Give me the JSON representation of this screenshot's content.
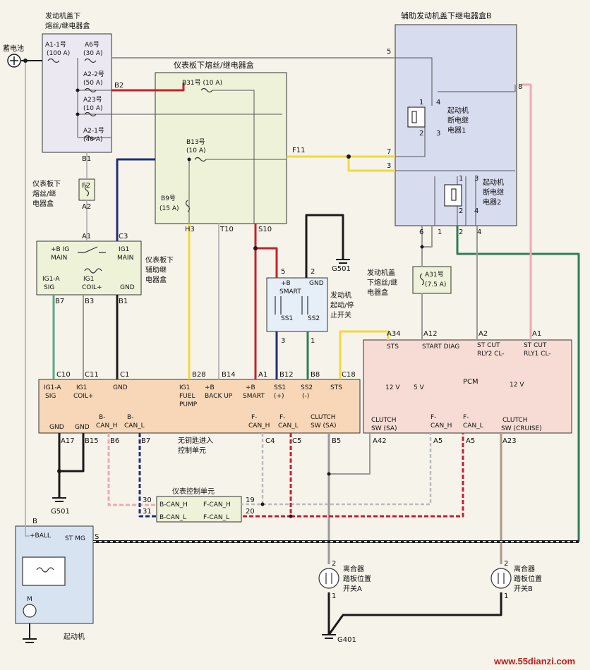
{
  "colors": {
    "red": "#c8202a",
    "navy": "#1f2f78",
    "yellow": "#f0d840",
    "green": "#2e7d5a",
    "tealgreen": "#5aa88a",
    "gray": "#9a9a9a",
    "darkgray": "#555555",
    "pink": "#f2a8b0",
    "black": "#1a1a1a",
    "box_engine": "#ece8f2",
    "box_panel": "#eef2d8",
    "box_aux": "#d7dcef",
    "box_pcm": "#f6dcd4",
    "box_keyless": "#f8d7b8",
    "box_ipc": "#eef2d8",
    "box_starter": "#d8e3f2",
    "box_smart": "#e6eef8"
  },
  "labels": {
    "battery": "蓄电池",
    "engine_fuse_title_1": "发动机盖下",
    "engine_fuse_title_2": "熔丝/继电器盒",
    "fuse_a1_1": "A1-1号",
    "fuse_a1_2": "(100 A)",
    "fuse_a6_1": "A6号",
    "fuse_a6_2": "(30 A)",
    "fuse_a2_2_1": "A2-2号",
    "fuse_a2_2_2": "(50 A)",
    "fuse_a23_1": "A23号",
    "fuse_a23_2": "(10 A)",
    "fuse_a2_1_1": "A2-1号",
    "fuse_a2_1_2": "(40 A)",
    "pin_b2": "B2",
    "pin_b1_top": "B1",
    "panel_fuse_small_1": "仪表板下",
    "panel_fuse_small_2": "熔丝/继",
    "panel_fuse_small_3": "电器盒",
    "pin_f2": "F2",
    "pin_a2": "A2",
    "panel_fuse_title": "仪表板下熔丝/继电器盒",
    "fuse_b31": "B31号 (10 A)",
    "fuse_b13_1": "B13号",
    "fuse_b13_2": "(10 A)",
    "fuse_b9_1": "B9号",
    "fuse_b9_2": "(15 A)",
    "pin_f11": "F11",
    "pin_h3": "H3",
    "pin_t10": "T10",
    "pin_s10": "S10",
    "aux_title": "辅助发动机盖下继电器盒B",
    "aux_pin_5": "5",
    "aux_pin_8": "8",
    "aux_pin_7": "7",
    "aux_pin_3": "3",
    "aux_pin_6": "6",
    "aux_pin_1": "1",
    "aux_pin_2": "2",
    "aux_pin_4": "4",
    "relay1_1": "起动机",
    "relay1_2": "断电继",
    "relay1_3": "电器1",
    "relay2_1": "起动机",
    "relay2_2": "断电继",
    "relay2_3": "电器2",
    "r1_p1": "1",
    "r1_p4": "4",
    "r1_p2": "2",
    "r1_p3": "3",
    "r2_p1": "1",
    "r2_p3": "3",
    "r2_p2": "2",
    "r2_p4": "4",
    "aux_relay_box_1": "仪表板下",
    "aux_relay_box_2": "辅助继",
    "aux_relay_box_3": "电器盒",
    "ar_a1": "A1",
    "ar_c3": "C3",
    "ar_b_ig": "+B IG",
    "ar_main": "MAIN",
    "ar_ig1": "IG1",
    "ar_main2": "MAIN",
    "ar_ig1a": "IG1-A",
    "ar_sig": "SIG",
    "ar_ig1b": "IG1",
    "ar_coil": "COIL+",
    "ar_gnd": "GND",
    "ar_b7": "B7",
    "ar_b3": "B3",
    "ar_b1": "B1",
    "smart_5": "5",
    "smart_2": "2",
    "smart_b": "+B",
    "smart_gnd": "GND",
    "smart_smart": "SMART",
    "smart_ss1": "SS1",
    "smart_ss2": "SS2",
    "smart_3": "3",
    "smart_1": "1",
    "g501_top": "G501",
    "start_sw_1": "发动机",
    "start_sw_2": "起动/停",
    "start_sw_3": "止开关",
    "engine_fuse2_1": "发动机盖",
    "engine_fuse2_2": "下熔丝/继",
    "engine_fuse2_3": "电器盒",
    "fuse_a31_1": "A31号",
    "fuse_a31_2": "(7.5 A)",
    "pcm_a34": "A34",
    "pcm_a12": "A12",
    "pcm_a2": "A2",
    "pcm_a1": "A1",
    "pcm_sts": "STS",
    "pcm_start_diag": "START DIAG",
    "pcm_stcut2_1": "ST CUT",
    "pcm_stcut2_2": "RLY2 CL-",
    "pcm_stcut1_1": "ST CUT",
    "pcm_stcut1_2": "RLY1 CL-",
    "pcm_12v_a": "12 V",
    "pcm_5v": "5 V",
    "pcm_label": "PCM",
    "pcm_12v_b": "12 V",
    "pcm_clutch_sa_1": "CLUTCH",
    "pcm_clutch_sa_2": "SW (SA)",
    "pcm_fcanh_1": "F-",
    "pcm_fcanh_2": "CAN_H",
    "pcm_fcanl_1": "F-",
    "pcm_fcanl_2": "CAN_L",
    "pcm_clutch_cr_1": "CLUTCH",
    "pcm_clutch_cr_2": "SW (CRUISE)",
    "pcm_a42": "A42",
    "pcm_a5a": "A5",
    "pcm_a5b": "A5",
    "pcm_a23": "A23",
    "kl_c10": "C10",
    "kl_c11": "C11",
    "kl_c1": "C1",
    "kl_b28": "B28",
    "kl_b14": "B14",
    "kl_a1": "A1",
    "kl_b12": "B12",
    "kl_b8": "B8",
    "kl_c18": "C18",
    "kl_ig1a": "IG1-A",
    "kl_sig": "SIG",
    "kl_ig1": "IG1",
    "kl_coil": "COIL+",
    "kl_gnd": "GND",
    "kl_ig1b": "IG1",
    "kl_fuel": "FUEL",
    "kl_pump": "PUMP",
    "kl_b": "+B",
    "kl_backup": "BACK UP",
    "kl_b2": "+B",
    "kl_smart": "SMART",
    "kl_ss1": "SS1",
    "kl_plus": "(+)",
    "kl_ss2": "SS2",
    "kl_minus": "(-)",
    "kl_sts": "STS",
    "kl_gnd1": "GND",
    "kl_gnd2": "GND",
    "kl_bcanh_1": "B-",
    "kl_bcanh_2": "CAN_H",
    "kl_bcanl_1": "B-",
    "kl_bcanl_2": "CAN_L",
    "kl_fcanh_1": "F-",
    "kl_fcanh_2": "CAN_H",
    "kl_fcanl_1": "F-",
    "kl_fcanl_2": "CAN_L",
    "kl_clutch_1": "CLUTCH",
    "kl_clutch_2": "SW (SA)",
    "kl_a17": "A17",
    "kl_b15": "B15",
    "kl_b6": "B6",
    "kl_b7": "B7",
    "kl_c4": "C4",
    "kl_c5": "C5",
    "kl_b5": "B5",
    "kl_title_1": "无钥匙进入",
    "kl_title_2": "控制单元",
    "g501_bottom": "G501",
    "ipc_title": "仪表控制单元",
    "ipc_bcanh": "B-CAN_H",
    "ipc_bcanl": "B-CAN_L",
    "ipc_fcanh": "F-CAN_H",
    "ipc_fcanl": "F-CAN_L",
    "ipc_30": "30",
    "ipc_31": "31",
    "ipc_19": "19",
    "ipc_20": "20",
    "st_b": "B",
    "st_ball": "+BALL",
    "st_stmg": "ST MG",
    "st_s": "S",
    "st_m": "M",
    "starter_title": "起动机",
    "cl_a_1": "离合器",
    "cl_a_2": "踏板位置",
    "cl_a_3": "开关A",
    "cl_a_p2": "2",
    "cl_a_p1": "1",
    "cl_b_1": "离合器",
    "cl_b_2": "踏板位置",
    "cl_b_3": "开关B",
    "cl_b_p2": "2",
    "cl_b_p1": "1",
    "g401": "G401",
    "watermark": "www.55dianzi.com"
  }
}
